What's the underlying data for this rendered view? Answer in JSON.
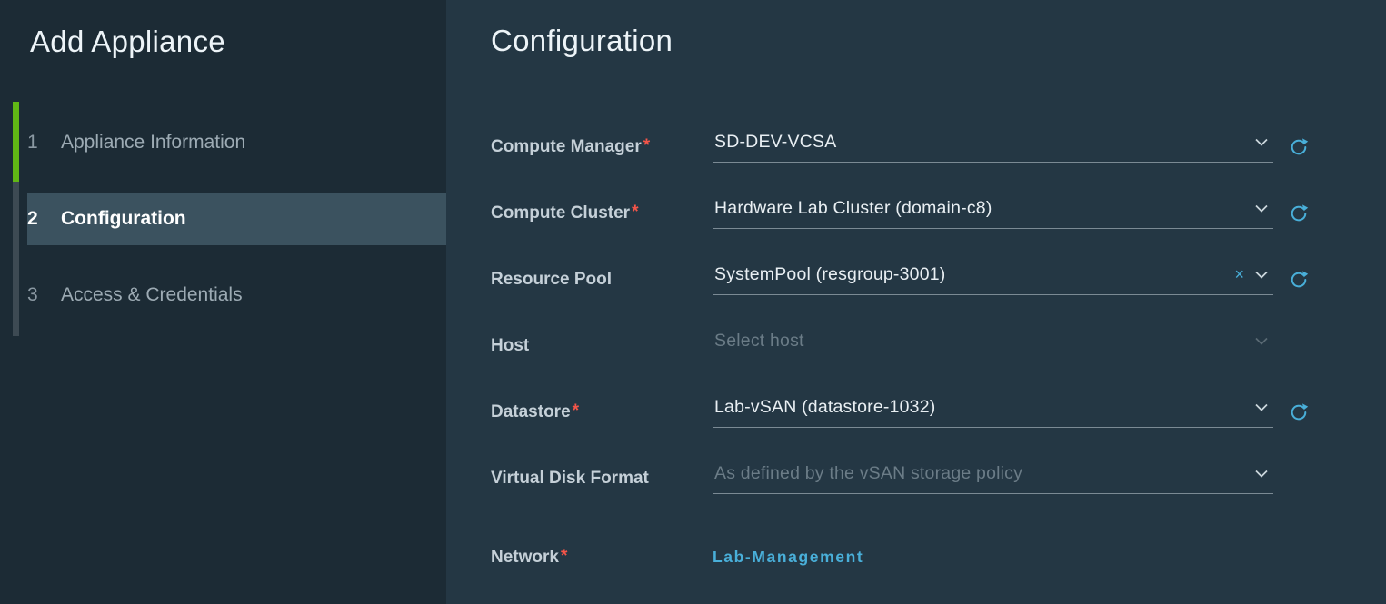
{
  "ui": {
    "required_mark": "*",
    "clear_icon": "×"
  },
  "colors": {
    "accent_blue": "#49AFD9",
    "progress_green": "#61B715",
    "required_red": "#F55549",
    "sidebar_bg": "#1C2B35",
    "main_bg": "#243744",
    "active_step_bg": "#3B525F"
  },
  "sidebar": {
    "title": "Add Appliance",
    "steps": [
      {
        "number": "1",
        "label": "Appliance Information",
        "state": "done"
      },
      {
        "number": "2",
        "label": "Configuration",
        "state": "active"
      },
      {
        "number": "3",
        "label": "Access & Credentials",
        "state": "pending"
      }
    ]
  },
  "main": {
    "title": "Configuration",
    "fields": [
      {
        "label": "Compute Manager",
        "required": true,
        "value": "SD-DEV-VCSA"
      },
      {
        "label": "Compute Cluster",
        "required": true,
        "value": "Hardware Lab Cluster (domain-c8)"
      },
      {
        "label": "Resource Pool",
        "required": false,
        "value": "SystemPool (resgroup-3001)"
      },
      {
        "label": "Host",
        "required": false,
        "placeholder": "Select host"
      },
      {
        "label": "Datastore",
        "required": true,
        "value": "Lab-vSAN (datastore-1032)"
      },
      {
        "label": "Virtual Disk Format",
        "required": false,
        "placeholder": "As defined by the vSAN storage policy"
      },
      {
        "label": "Network",
        "required": true,
        "value": "Lab-Management"
      }
    ]
  }
}
